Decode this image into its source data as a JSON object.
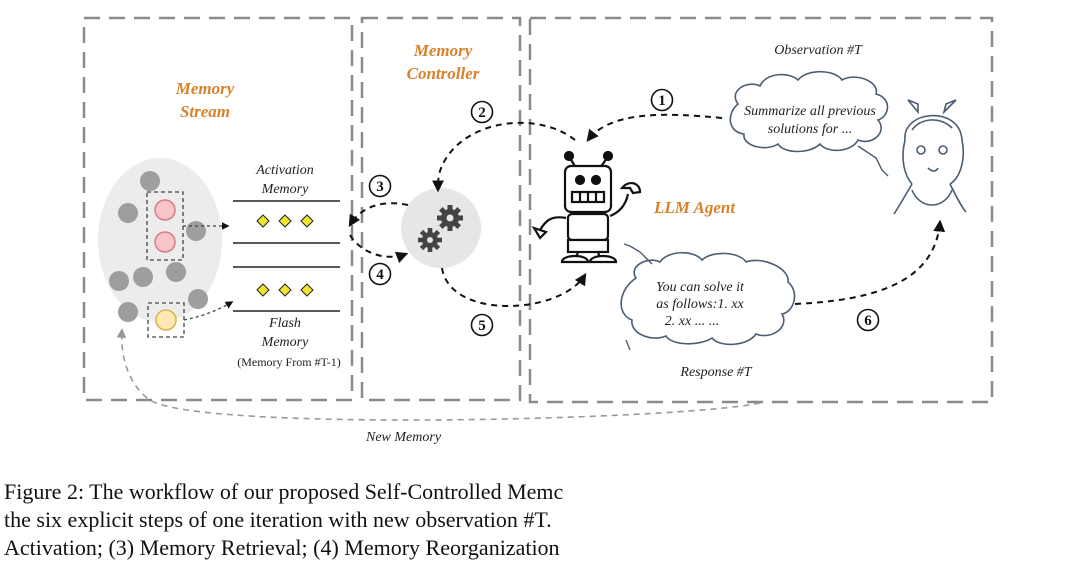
{
  "diagram": {
    "memory_stream_label": [
      "Memory",
      "Stream"
    ],
    "memory_controller_label": [
      "Memory",
      "Controller"
    ],
    "activation_memory_label": [
      "Activation",
      "Memory"
    ],
    "flash_memory_label": [
      "Flash",
      "Memory"
    ],
    "flash_memory_note": "(Memory From #T-1)",
    "llm_agent_label": "LLM Agent",
    "observation_label": "Observation #T",
    "observation_bubble": [
      "Summarize all previous",
      "solutions for ..."
    ],
    "response_label": "Response #T",
    "response_bubble": [
      "You can solve it",
      "as follows:1. xx",
      "2. xx ... ..."
    ],
    "new_memory_label": "New Memory",
    "steps": [
      "1",
      "2",
      "3",
      "4",
      "5",
      "6"
    ],
    "colors": {
      "orange_label": "#d9822b",
      "memory_red": "#f7c5c9",
      "memory_yellow": "#fde9b5",
      "diamond": "#f0e62e",
      "gray_node": "#9e9e9e"
    }
  },
  "caption": {
    "line1": "Figure 2: The workflow of our proposed Self-Controlled Memc",
    "line2": "the six explicit steps of one iteration with new observation #T.",
    "line3": "Activation; (3) Memory Retrieval; (4) Memory Reorganization"
  }
}
